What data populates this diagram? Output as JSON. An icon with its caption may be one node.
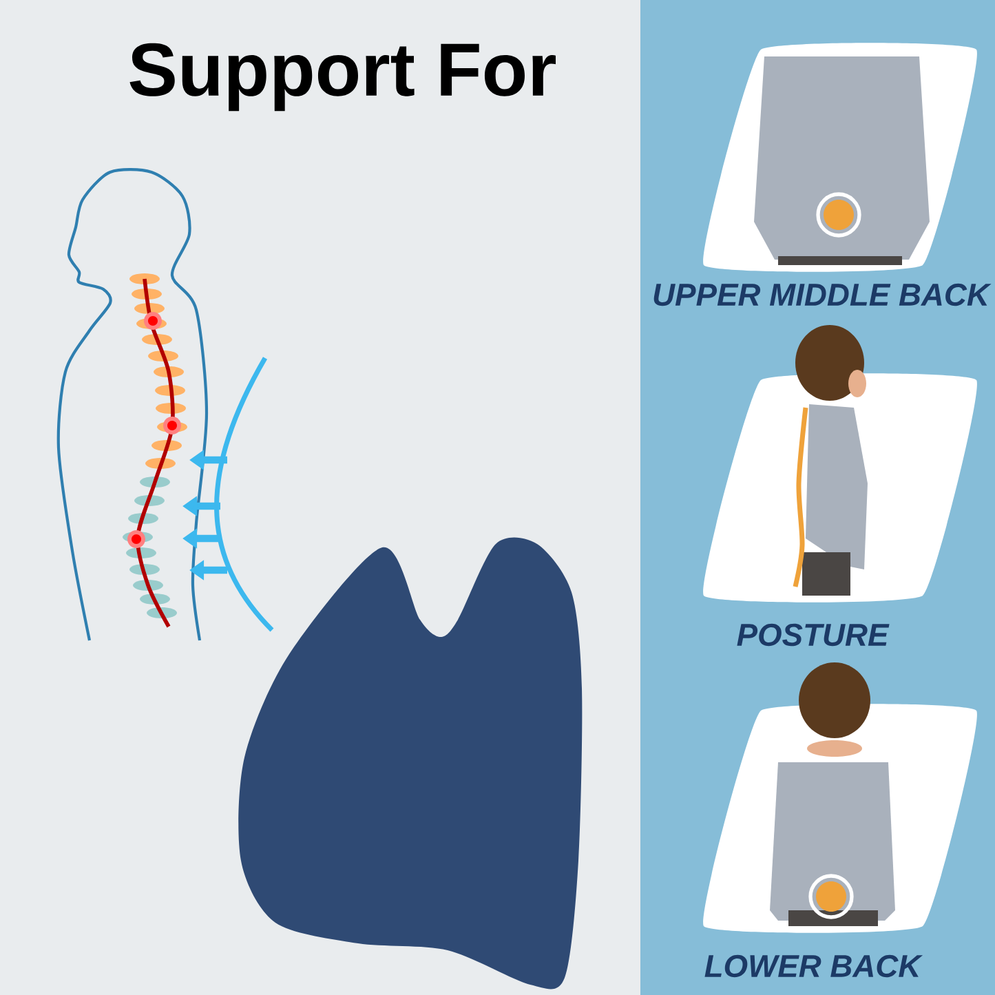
{
  "diagram": {
    "title": "Support For",
    "nodes": [
      {
        "text": [
          "UPPER MIDDLE BACK"
        ]
      },
      {
        "text": [
          "POSTURE"
        ]
      },
      {
        "text": [
          "LOWER BACK"
        ]
      }
    ]
  }
}
